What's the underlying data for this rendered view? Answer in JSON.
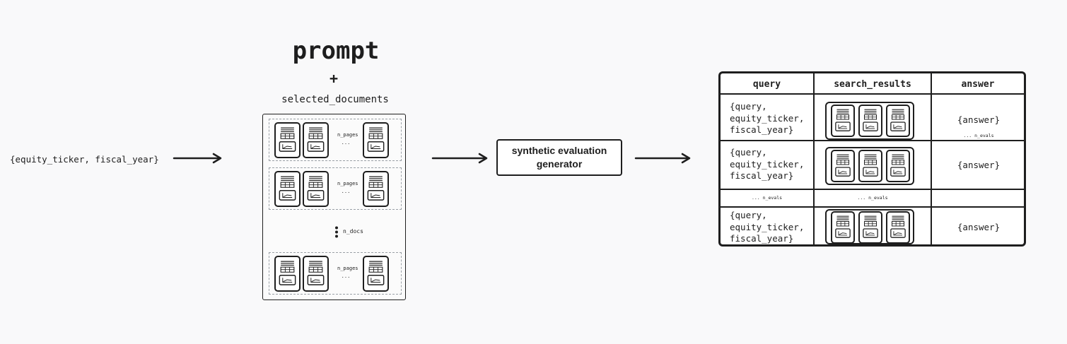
{
  "inputs": "{equity_ticker, fiscal_year}",
  "prompt": {
    "title": "prompt",
    "plus": "+",
    "documents_label": "selected_documents",
    "n_pages": "n_pages",
    "ellipsis": "...",
    "n_docs": "n_docs"
  },
  "generator": {
    "line1": "synthetic evaluation",
    "line2": "generator"
  },
  "table": {
    "headers": [
      "query",
      "search_results",
      "answer"
    ],
    "query_lines": [
      "{query,",
      "equity_ticker,",
      "fiscal_year}"
    ],
    "answer": "{answer}",
    "n_evals": "... n_evals"
  }
}
